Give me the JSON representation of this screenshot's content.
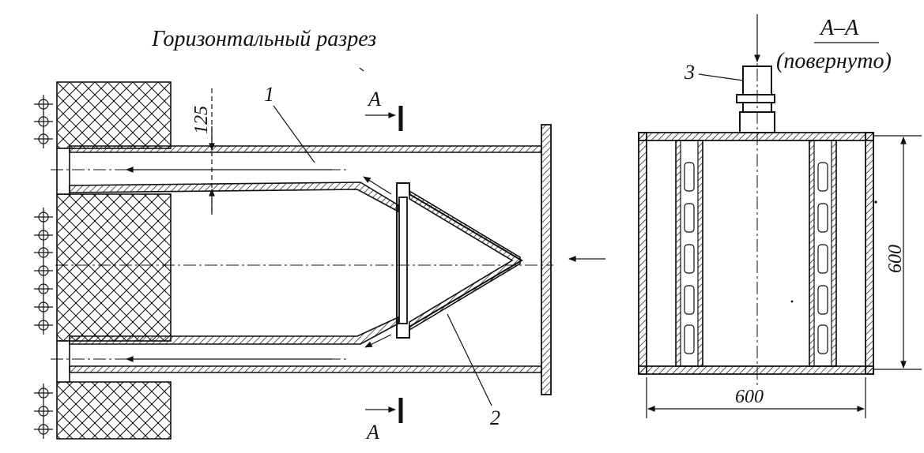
{
  "title": "Горизонтальный разрез",
  "section_left": {
    "marker_top": "А",
    "marker_bottom": "А",
    "callout_1": "1",
    "callout_2": "2",
    "dim_125": "125"
  },
  "section_right": {
    "title": "А–А",
    "subtitle": "(повернуто)",
    "callout_3": "3",
    "dim_width": "600",
    "dim_height": "600"
  },
  "colors": {
    "ink": "#111111",
    "background": "#ffffff"
  }
}
